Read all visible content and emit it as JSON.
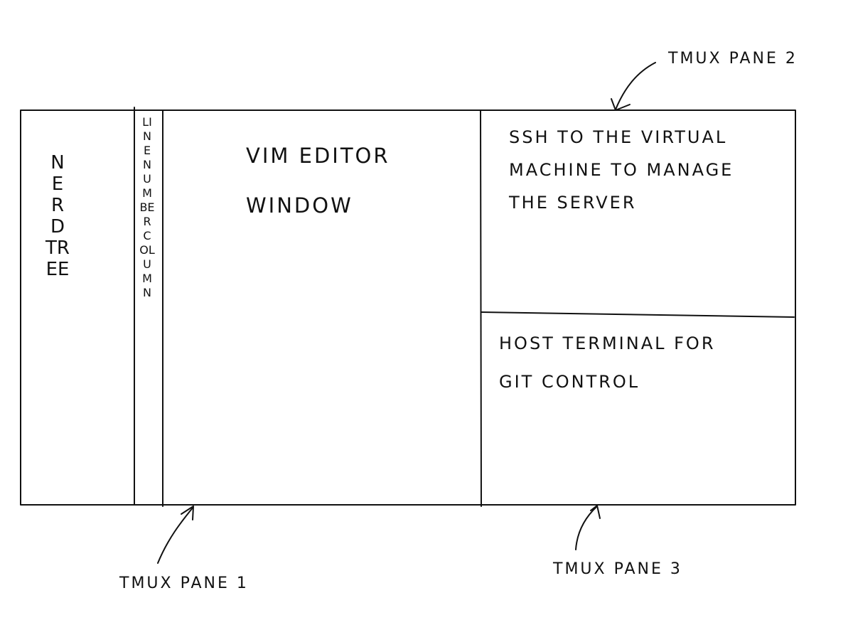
{
  "window": {
    "nerdtree_label": "NERDTREE",
    "line_number_label": "LINE NUMBER COLUMN",
    "vim_editor_line1": "VIM EDITOR",
    "vim_editor_line2": "WINDOW",
    "ssh_pane_line1": "SSH TO THE VIRTUAL",
    "ssh_pane_line2": "MACHINE TO MANAGE",
    "ssh_pane_line3": "THE SERVER",
    "host_pane_line1": "HOST TERMINAL FOR",
    "host_pane_line2": "GIT CONTROL"
  },
  "annotations": {
    "pane_1": "TMUX PANE 1",
    "pane_2": "TMUX PANE 2",
    "pane_3": "TMUX PANE 3"
  },
  "colors": {
    "ink": "#111111",
    "paper": "#ffffff"
  }
}
